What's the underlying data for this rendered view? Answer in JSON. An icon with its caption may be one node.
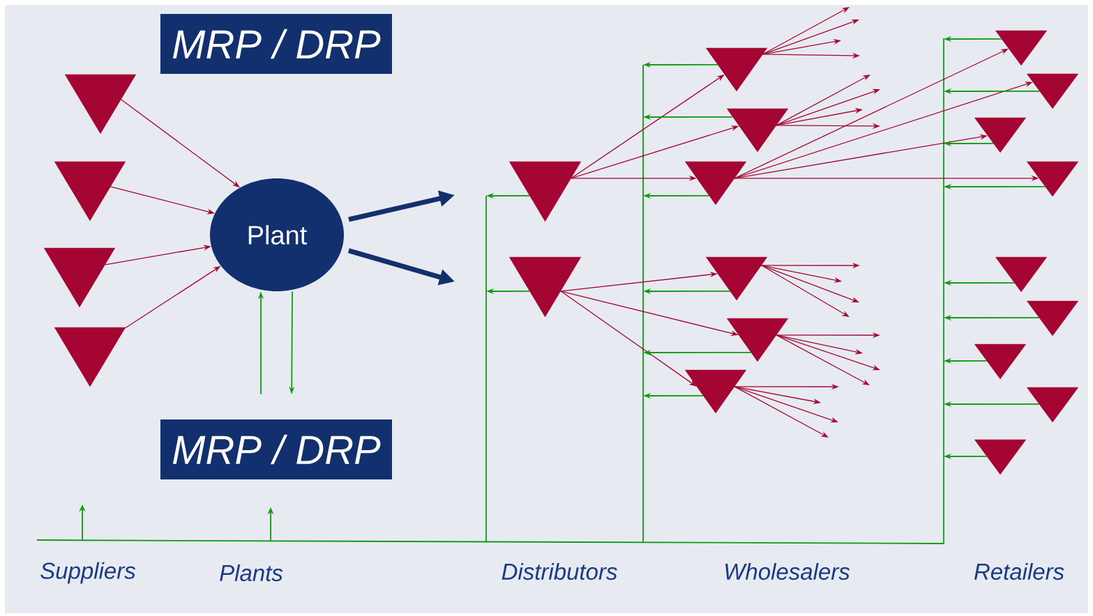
{
  "diagram": {
    "nodes": [
      {
        "text": [
          "MRP / DRP"
        ]
      },
      {
        "text": [],
        "shape": "triangle"
      },
      {
        "text": [],
        "shape": "triangle"
      },
      {
        "text": [],
        "shape": "triangle"
      },
      {
        "text": [],
        "shape": "triangle"
      },
      {
        "text": [
          "Plant"
        ]
      },
      {
        "text": [
          "MRP / DRP"
        ]
      },
      {
        "text": [],
        "shape": "triangle"
      },
      {
        "text": [],
        "shape": "triangle"
      },
      {
        "text": [],
        "shape": "triangle"
      },
      {
        "text": [],
        "shape": "triangle"
      },
      {
        "text": [],
        "shape": "triangle"
      },
      {
        "text": [],
        "shape": "triangle"
      },
      {
        "text": [],
        "shape": "triangle"
      },
      {
        "text": [],
        "shape": "triangle"
      },
      {
        "text": [],
        "shape": "triangle"
      },
      {
        "text": [],
        "shape": "triangle"
      },
      {
        "text": [],
        "shape": "triangle"
      },
      {
        "text": [],
        "shape": "triangle"
      },
      {
        "text": [],
        "shape": "triangle"
      },
      {
        "text": [],
        "shape": "triangle"
      },
      {
        "text": [],
        "shape": "triangle"
      },
      {
        "text": [],
        "shape": "triangle"
      },
      {
        "text": [],
        "shape": "triangle"
      }
    ],
    "edges": [
      {
        "from": 1,
        "to": 5,
        "arrow": "to"
      },
      {
        "from": 2,
        "to": 5,
        "arrow": "to"
      },
      {
        "from": 3,
        "to": 5,
        "arrow": "to"
      },
      {
        "from": 4,
        "to": 5,
        "arrow": "to"
      },
      {
        "from": 6,
        "to": 5,
        "arrow": "to",
        "color": "#109a10"
      },
      {
        "from": 5,
        "to": 6,
        "arrow": "to",
        "color": "#109a10"
      },
      {
        "from": 5,
        "to": null,
        "arrow": "to",
        "style": "thick",
        "color": "#12306e"
      },
      {
        "from": 5,
        "to": null,
        "arrow": "to",
        "style": "thick",
        "color": "#12306e"
      },
      {
        "from": 7,
        "to": 9,
        "arrow": "to"
      },
      {
        "from": 7,
        "to": 10,
        "arrow": "to"
      },
      {
        "from": 7,
        "to": 11,
        "arrow": "to"
      },
      {
        "from": 8,
        "to": 12,
        "arrow": "to"
      },
      {
        "from": 8,
        "to": 13,
        "arrow": "to"
      },
      {
        "from": 8,
        "to": 14,
        "arrow": "to"
      },
      {
        "from": 11,
        "to": 15,
        "arrow": "to"
      },
      {
        "from": 11,
        "to": 16,
        "arrow": "to"
      },
      {
        "from": 11,
        "to": 17,
        "arrow": "to"
      },
      {
        "from": 11,
        "to": 18,
        "arrow": "to"
      },
      {
        "from": 9,
        "to": null,
        "arrow": "to"
      },
      {
        "from": 9,
        "to": null,
        "arrow": "to"
      },
      {
        "from": 9,
        "to": null,
        "arrow": "to"
      },
      {
        "from": 9,
        "to": null,
        "arrow": "to"
      },
      {
        "from": 10,
        "to": null,
        "arrow": "to"
      },
      {
        "from": 10,
        "to": null,
        "arrow": "to"
      },
      {
        "from": 10,
        "to": null,
        "arrow": "to"
      },
      {
        "from": 10,
        "to": null,
        "arrow": "to"
      },
      {
        "from": 12,
        "to": null,
        "arrow": "to"
      },
      {
        "from": 12,
        "to": null,
        "arrow": "to"
      },
      {
        "from": 12,
        "to": null,
        "arrow": "to"
      },
      {
        "from": 12,
        "to": null,
        "arrow": "to"
      },
      {
        "from": 13,
        "to": null,
        "arrow": "to"
      },
      {
        "from": 13,
        "to": null,
        "arrow": "to"
      },
      {
        "from": 13,
        "to": null,
        "arrow": "to"
      },
      {
        "from": 13,
        "to": null,
        "arrow": "to"
      },
      {
        "from": 14,
        "to": null,
        "arrow": "to"
      },
      {
        "from": 14,
        "to": null,
        "arrow": "to"
      },
      {
        "from": 14,
        "to": null,
        "arrow": "to"
      },
      {
        "from": 14,
        "to": null,
        "arrow": "to"
      },
      {
        "from": 7,
        "to": null,
        "arrow": "to",
        "color": "#109a10"
      },
      {
        "from": 8,
        "to": null,
        "arrow": "to",
        "color": "#109a10"
      },
      {
        "from": 9,
        "to": null,
        "arrow": "to",
        "color": "#109a10"
      },
      {
        "from": 10,
        "to": null,
        "arrow": "to",
        "color": "#109a10"
      },
      {
        "from": 11,
        "to": null,
        "arrow": "to",
        "color": "#109a10"
      },
      {
        "from": 12,
        "to": null,
        "arrow": "to",
        "color": "#109a10"
      },
      {
        "from": 13,
        "to": null,
        "arrow": "to",
        "color": "#109a10"
      },
      {
        "from": 14,
        "to": null,
        "arrow": "to",
        "color": "#109a10"
      },
      {
        "from": 15,
        "to": null,
        "arrow": "to",
        "color": "#109a10"
      },
      {
        "from": 16,
        "to": null,
        "arrow": "to",
        "color": "#109a10"
      },
      {
        "from": 17,
        "to": null,
        "arrow": "to",
        "color": "#109a10"
      },
      {
        "from": 18,
        "to": null,
        "arrow": "to",
        "color": "#109a10"
      },
      {
        "from": 19,
        "to": null,
        "arrow": "to",
        "color": "#109a10"
      },
      {
        "from": 20,
        "to": null,
        "arrow": "to",
        "color": "#109a10"
      },
      {
        "from": 21,
        "to": null,
        "arrow": "to",
        "color": "#109a10"
      },
      {
        "from": 22,
        "to": null,
        "arrow": "to",
        "color": "#109a10"
      },
      {
        "from": 23,
        "to": null,
        "arrow": "to",
        "color": "#109a10"
      }
    ],
    "labels": [
      "Suppliers",
      "Plants",
      "Distributors",
      "Wholesalers",
      "Retailers"
    ]
  }
}
